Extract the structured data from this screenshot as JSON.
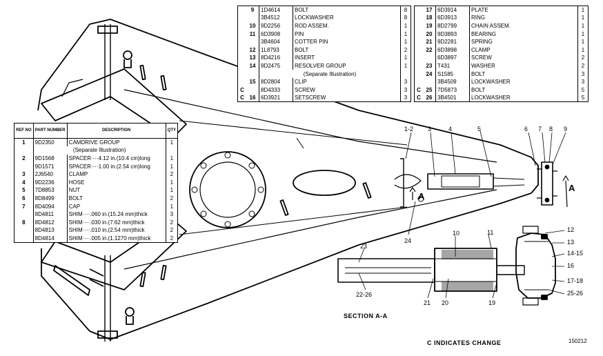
{
  "table_left": {
    "headers": {
      "ref": "REF NO",
      "part": "PART NUMBER",
      "desc": "DESCRIPTION",
      "qty": "QTY"
    },
    "rows": [
      {
        "ref": "1",
        "part": "9D2350",
        "desc": "CAMDRIVE GROUP",
        "qty": "1"
      },
      {
        "ref": "",
        "part": "",
        "desc": "(Separate Illustration)",
        "qty": "",
        "note": true
      },
      {
        "ref": "2",
        "part": "9D1568",
        "desc": "SPACER····4.12 in.(10.4 cm)long",
        "qty": "1"
      },
      {
        "ref": "",
        "part": "9D1571",
        "desc": "SPACER····1.00 in.(2.54 cm)long",
        "qty": "1"
      },
      {
        "ref": "3",
        "part": "2J6540",
        "desc": "CLAMP",
        "qty": "2"
      },
      {
        "ref": "4",
        "part": "9D2236",
        "desc": "HOSE",
        "qty": "1"
      },
      {
        "ref": "5",
        "part": "7D8853",
        "desc": "NUT",
        "qty": "1"
      },
      {
        "ref": "6",
        "part": "8D8499",
        "desc": "BOLT",
        "qty": "2"
      },
      {
        "ref": "7",
        "part": "8D4094",
        "desc": "CAP",
        "qty": "1"
      },
      {
        "ref": "",
        "part": "8D4811",
        "desc": "SHIM····.060 in.(15.24 mm)thick",
        "qty": "3"
      },
      {
        "ref": "8",
        "part": "8D4812",
        "desc": "SHIM····.030 in.(7.62 mm)thick",
        "qty": "2"
      },
      {
        "ref": "",
        "part": "8D4813",
        "desc": "SHIM····.010 in.(2.54 mm)thick",
        "qty": "2"
      },
      {
        "ref": "",
        "part": "8D4814",
        "desc": "SHIM····.005 in.(1.1270 mm)thick",
        "qty": "2"
      }
    ]
  },
  "table_mid": {
    "rows": [
      {
        "ref": "9",
        "part": "1D4614",
        "desc": "BOLT",
        "qty": "8"
      },
      {
        "ref": "",
        "part": "3B4512",
        "desc": "LOCKWASHER",
        "qty": "8"
      },
      {
        "ref": "10",
        "part": "9D2256",
        "desc": "ROD ASSEM.",
        "qty": "1"
      },
      {
        "ref": "11",
        "part": "6D3908",
        "desc": "PIN",
        "qty": "1"
      },
      {
        "ref": "",
        "part": "3B4604",
        "desc": "COTTER PIN",
        "qty": "1"
      },
      {
        "ref": "12",
        "part": "1L8793",
        "desc": "BOLT",
        "qty": "2"
      },
      {
        "ref": "13",
        "part": "8D4216",
        "desc": "INSERT",
        "qty": "1"
      },
      {
        "ref": "14",
        "part": "9D2475",
        "desc": "RESOLVER GROUP",
        "qty": "1"
      },
      {
        "ref": "",
        "part": "",
        "desc": "(Separate Illustration)",
        "qty": "",
        "note": true
      },
      {
        "ref": "15",
        "part": "8D2804",
        "desc": "CLIP",
        "qty": "3"
      },
      {
        "ref": "",
        "part": "8D4333",
        "desc": "SCREW",
        "qty": "3",
        "c": "C"
      },
      {
        "ref": "16",
        "part": "6D3921",
        "desc": "SETSCREW",
        "qty": "3",
        "c": "C"
      }
    ]
  },
  "table_right": {
    "rows": [
      {
        "ref": "17",
        "part": "6D3914",
        "desc": "PLATE",
        "qty": "1"
      },
      {
        "ref": "18",
        "part": "6D3913",
        "desc": "RING",
        "qty": "1"
      },
      {
        "ref": "19",
        "part": "8D2799",
        "desc": "CHAIN ASSEM.",
        "qty": "1"
      },
      {
        "ref": "20",
        "part": "9D3893",
        "desc": "BEARING",
        "qty": "1"
      },
      {
        "ref": "21",
        "part": "9D2281",
        "desc": "SPRING",
        "qty": "1"
      },
      {
        "ref": "22",
        "part": "6D3898",
        "desc": "CLAMP",
        "qty": "1"
      },
      {
        "ref": "",
        "part": "6D3897",
        "desc": "SCREW",
        "qty": "2"
      },
      {
        "ref": "23",
        "part": "T431",
        "desc": "WASHER",
        "qty": "2"
      },
      {
        "ref": "24",
        "part": "S1585",
        "desc": "BOLT",
        "qty": "3"
      },
      {
        "ref": "",
        "part": "3B4509",
        "desc": "LOCKWASHER",
        "qty": "3"
      },
      {
        "ref": "25",
        "part": "7D5873",
        "desc": "BOLT",
        "qty": "5",
        "c": "C"
      },
      {
        "ref": "26",
        "part": "3B4501",
        "desc": "LOCKWASHER",
        "qty": "5",
        "c": "C"
      }
    ]
  },
  "callouts": [
    "1-2",
    "3",
    "4",
    "5",
    "6",
    "7",
    "8",
    "9",
    "A",
    "A",
    "24",
    "10",
    "11",
    "12",
    "13",
    "14-15",
    "16",
    "17-18",
    "25-26",
    "19",
    "20",
    "21",
    "22-26",
    "23"
  ],
  "section_label": "SECTION A-A",
  "change_note": "C INDICATES CHANGE",
  "figure_number": "150212"
}
